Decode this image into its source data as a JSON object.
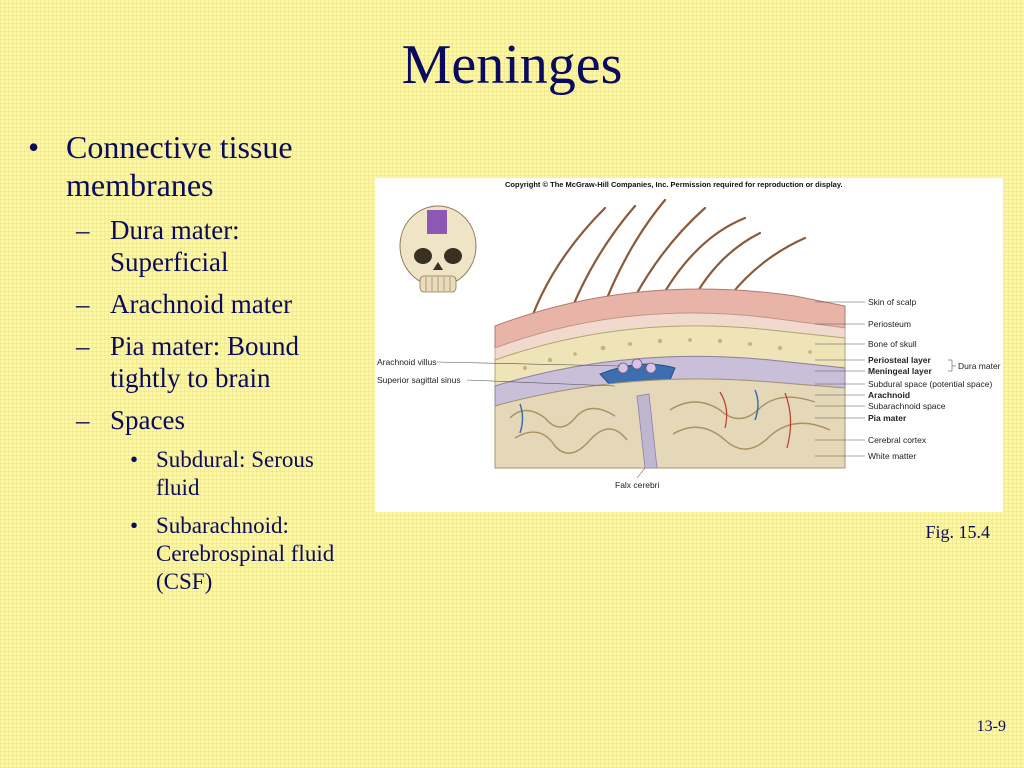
{
  "slide": {
    "title": "Meninges",
    "page_number": "13-9",
    "caption": "Fig. 15.4"
  },
  "bullets": {
    "main": "Connective tissue membranes",
    "dura": "Dura mater: Superficial",
    "arachnoid": "Arachnoid mater",
    "pia": "Pia mater: Bound tightly to brain",
    "spaces": "Spaces",
    "subdural": "Subdural: Serous fluid",
    "subarachnoid": "Subarachnoid: Cerebrospinal fluid (CSF)"
  },
  "bullet_marks": {
    "level1": "•",
    "level2": "–",
    "level3": "•"
  },
  "figure": {
    "copyright": "Copyright © The McGraw-Hill Companies, Inc. Permission required for reproduction or display.",
    "labels": {
      "skin_of_scalp": "Skin of scalp",
      "periosteum": "Periosteum",
      "bone_of_skull": "Bone of skull",
      "periosteal_layer": "Periosteal layer",
      "meningeal_layer": "Meningeal layer",
      "dura_mater": "Dura mater",
      "subdural_space": "Subdural space (potential space)",
      "arachnoid": "Arachnoid",
      "subarachnoid_space": "Subarachnoid space",
      "pia_mater": "Pia mater",
      "cerebral_cortex": "Cerebral cortex",
      "white_matter": "White matter",
      "arachnoid_villus": "Arachnoid villus",
      "superior_sagittal_sinus": "Superior sagittal sinus",
      "falx_cerebri": "Falx cerebri"
    }
  },
  "colors": {
    "background": "#fbf7a3",
    "text": "#0a0a5e"
  }
}
